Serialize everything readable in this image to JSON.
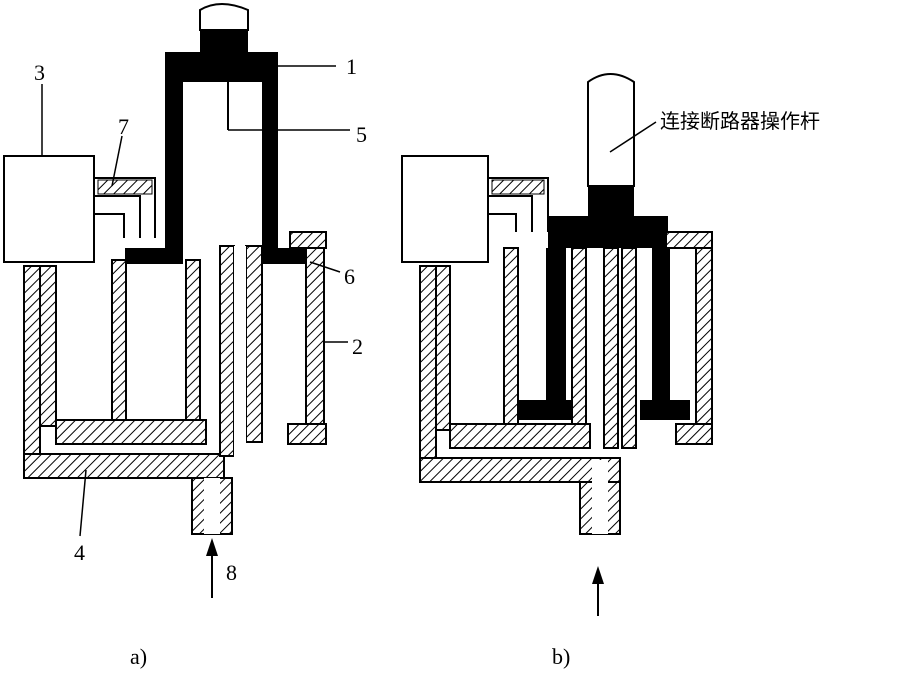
{
  "figure": {
    "part_labels": {
      "n1": "1",
      "n2": "2",
      "n3": "3",
      "n4": "4",
      "n5": "5",
      "n6": "6",
      "n7": "7",
      "n8": "8"
    },
    "rod_label": "连接断路器操作杆",
    "caption_a": "a)",
    "caption_b": "b)"
  }
}
